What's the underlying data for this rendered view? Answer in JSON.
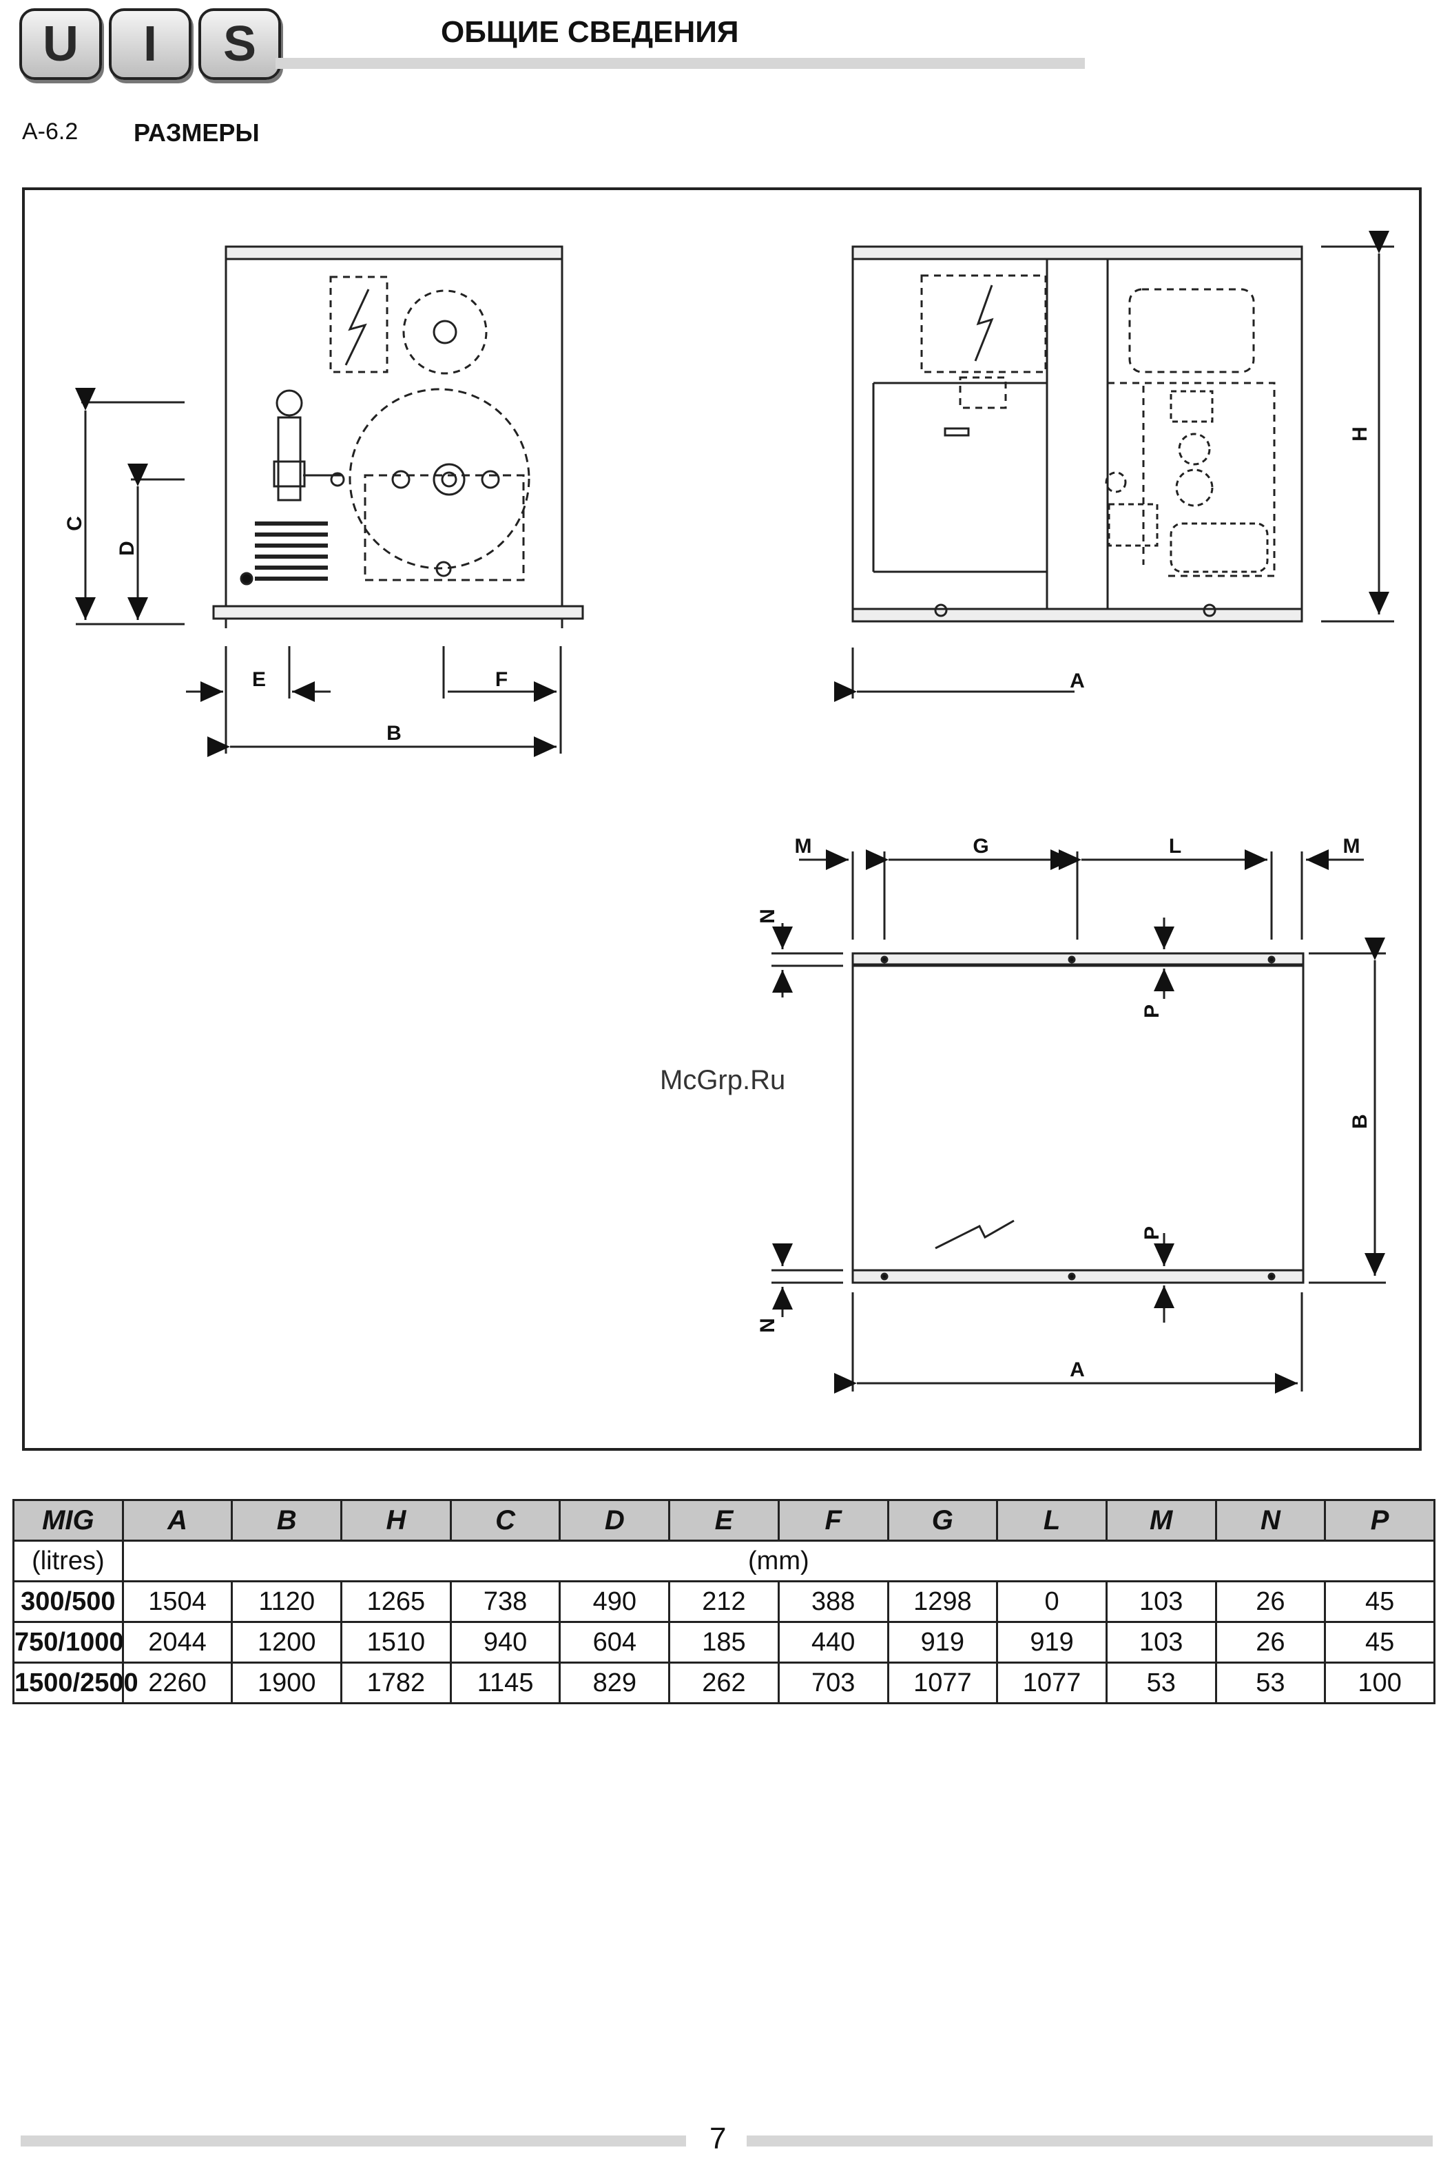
{
  "logo": {
    "letters": [
      "U",
      "I",
      "S"
    ]
  },
  "header": {
    "title": "ОБЩИЕ СВЕДЕНИЯ"
  },
  "section": {
    "number": "A-6.2",
    "title": "РАЗМЕРЫ"
  },
  "drawing": {
    "labels": [
      "A",
      "B",
      "C",
      "D",
      "E",
      "F",
      "G",
      "H",
      "L",
      "M",
      "N",
      "P"
    ]
  },
  "watermark": "McGrp.Ru",
  "table": {
    "headers": [
      "MIG",
      "A",
      "B",
      "H",
      "C",
      "D",
      "E",
      "F",
      "G",
      "L",
      "M",
      "N",
      "P"
    ],
    "units_label": "(litres)",
    "units_value": "(mm)",
    "rows": [
      [
        "300/500",
        "1504",
        "1120",
        "1265",
        "738",
        "490",
        "212",
        "388",
        "1298",
        "0",
        "103",
        "26",
        "45"
      ],
      [
        "750/1000",
        "2044",
        "1200",
        "1510",
        "940",
        "604",
        "185",
        "440",
        "919",
        "919",
        "103",
        "26",
        "45"
      ],
      [
        "1500/2500",
        "2260",
        "1900",
        "1782",
        "1145",
        "829",
        "262",
        "703",
        "1077",
        "1077",
        "53",
        "53",
        "100"
      ]
    ]
  },
  "page_number": "7"
}
